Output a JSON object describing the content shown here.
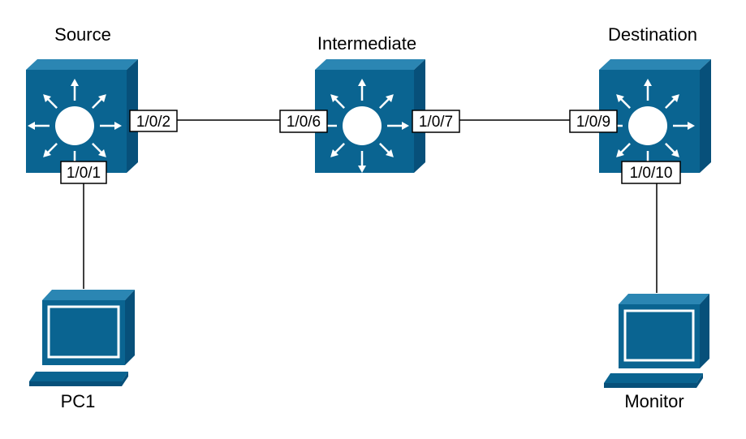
{
  "devices": {
    "source": {
      "label": "Source"
    },
    "intermediate": {
      "label": "Intermediate"
    },
    "destination": {
      "label": "Destination"
    },
    "pc1": {
      "label": "PC1"
    },
    "monitor": {
      "label": "Monitor"
    }
  },
  "ports": {
    "source_1_0_2": "1/0/2",
    "source_1_0_1": "1/0/1",
    "intermediate_1_0_6": "1/0/6",
    "intermediate_1_0_7": "1/0/7",
    "destination_1_0_9": "1/0/9",
    "destination_1_0_10": "1/0/10"
  },
  "colors": {
    "device": "#0a6491",
    "device_dark": "#07507a",
    "device_light": "#2b86b3",
    "link": "#000000"
  }
}
